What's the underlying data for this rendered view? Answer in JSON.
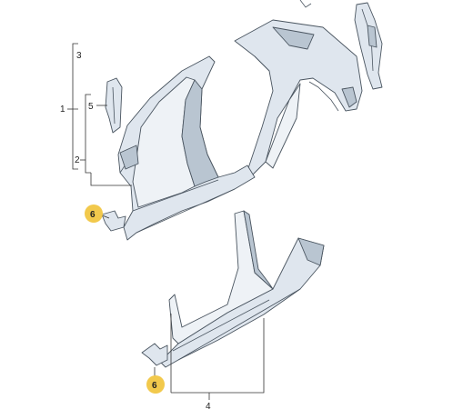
{
  "callouts": {
    "c1": "1",
    "c2": "2",
    "c3": "3",
    "c4": "4",
    "c5": "5",
    "c6_upper": "6",
    "c6_lower": "6"
  },
  "colors": {
    "highlight": "#f2c94c",
    "panel_fill": "#dfe6ee",
    "panel_shade": "#b9c5d1",
    "outline": "#4a5560"
  }
}
